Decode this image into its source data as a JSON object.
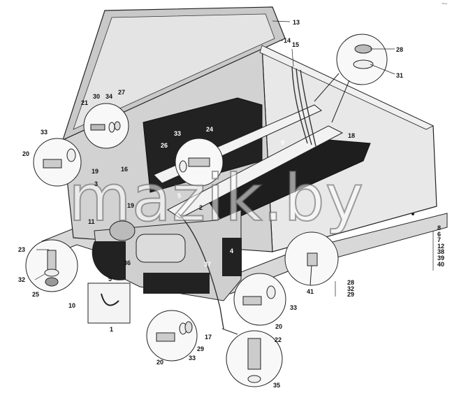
{
  "watermark": "mazik.by",
  "corner_mark": "~-",
  "colors": {
    "line": "#222222",
    "light": "#e6e6e6",
    "mid": "#bdbdbd",
    "dark": "#1e1e1e",
    "panel": "#cfcfcf"
  },
  "labels": {
    "l13": "13",
    "l14": "14",
    "l15": "15",
    "l28": "28",
    "l31": "31",
    "l30": "30",
    "l34": "34",
    "l27": "27",
    "l21": "21",
    "l33a": "33",
    "l20a": "20",
    "l19": "19",
    "l16a": "16",
    "l33b": "33",
    "l24": "24",
    "l26": "26",
    "l9": "9",
    "l18": "18",
    "l3": "3",
    "l5a": "5",
    "l2": "2",
    "l19b": "19",
    "l11": "11",
    "l23": "23",
    "l36": "36",
    "l4": "4",
    "l37": "37",
    "l32a": "32",
    "l25": "25",
    "l5b": "5",
    "l10": "10",
    "l1": "1",
    "l41": "41",
    "l33c": "33",
    "l20b": "20",
    "l17": "17",
    "l22": "22",
    "l29": "29",
    "l33d": "33",
    "l20c": "20",
    "l35": "35"
  },
  "stack_right": [
    "8",
    "6",
    "7",
    "12",
    "38",
    "39",
    "40"
  ],
  "stack_bottom": [
    "28",
    "32",
    "29"
  ]
}
